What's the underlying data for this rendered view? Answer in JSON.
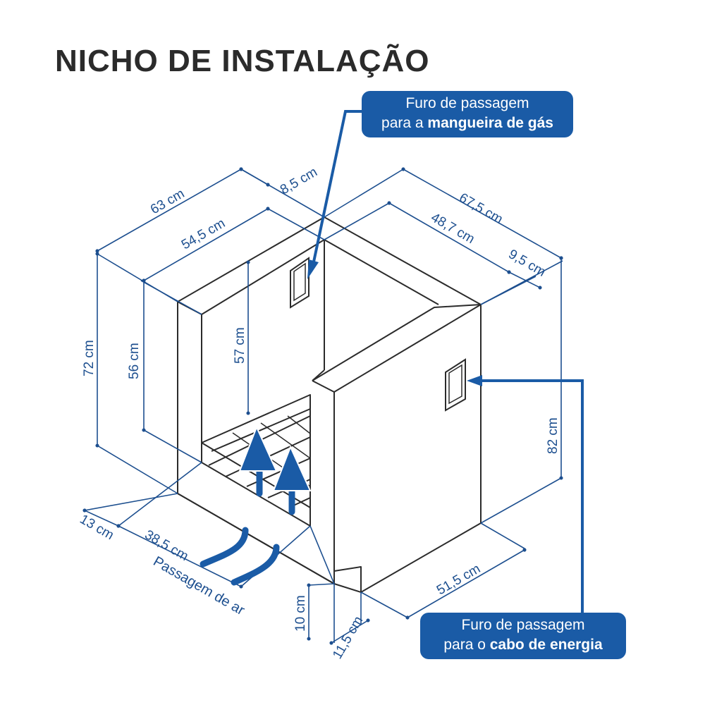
{
  "title": "NICHO DE INSTALAÇÃO",
  "callouts": {
    "gas": {
      "line1": "Furo de passagem",
      "line2_prefix": "para a ",
      "line2_bold": "mangueira de gás"
    },
    "power": {
      "line1": "Furo de passagem",
      "line2_prefix": "para o ",
      "line2_bold": "cabo de energia"
    }
  },
  "dimensions": {
    "d63": "63 cm",
    "d8_5": "8,5 cm",
    "d67_5": "67,5 cm",
    "d54_5": "54,5 cm",
    "d48_7": "48,7 cm",
    "d9_5": "9,5 cm",
    "d72": "72 cm",
    "d56": "56 cm",
    "d57": "57 cm",
    "d82": "82 cm",
    "d13": "13 cm",
    "d38_5": "38,5 cm",
    "d51_5": "51,5 cm",
    "d10": "10 cm",
    "d11_5": "11,5 cm"
  },
  "airflow_label": "Passagem de ar",
  "colors": {
    "accent": "#1a5ba6",
    "dimension": "#1d4f8f",
    "outline": "#2b2b2b"
  }
}
